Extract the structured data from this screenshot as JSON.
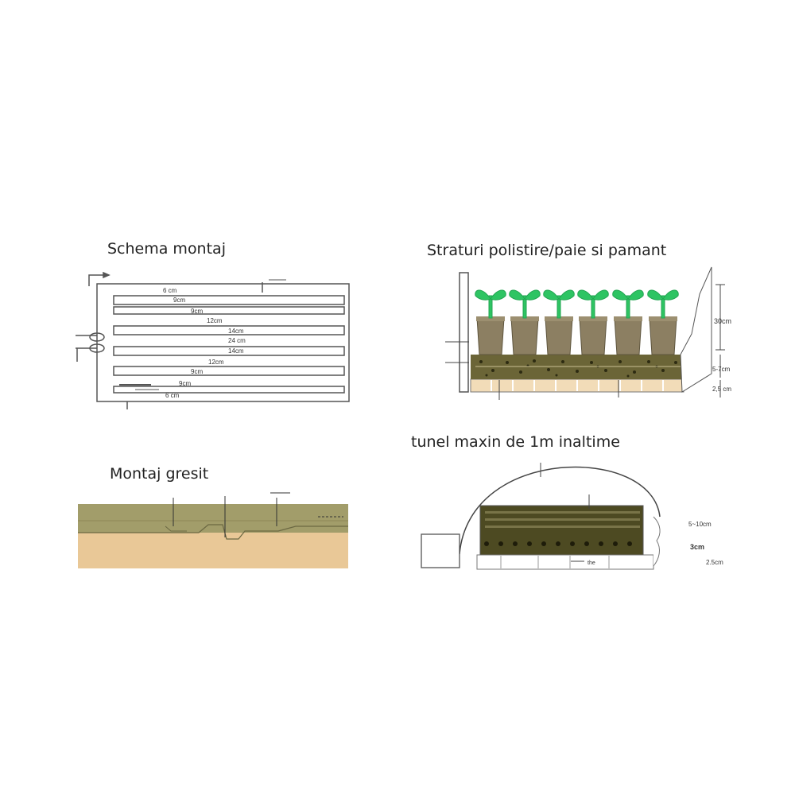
{
  "panels": {
    "schema": {
      "title": "Schema montaj",
      "labels": [
        "6 cm",
        "9cm",
        "9cm",
        "12cm",
        "14cm",
        "24 cm",
        "14cm",
        "12cm",
        "9cm",
        "9cm",
        "6 cm"
      ]
    },
    "straturi": {
      "title": "Straturi polistire/paie si pamant",
      "dims": [
        "30cm",
        "5-7cm",
        "2,5 cm"
      ]
    },
    "gresit": {
      "title": "Montaj gresit"
    },
    "tunel": {
      "title": "tunel maxin de 1m inaltime",
      "dims": [
        "5~10cm",
        "3cm",
        "2.5cm"
      ],
      "inner_label": "the"
    }
  },
  "colors": {
    "soil": "#6b6537",
    "soil_dark": "#4d4a22",
    "pot": "#8c7f62",
    "sprout": "#2ec463",
    "base": "#f2dcb8",
    "layer_top": "#a29d6a",
    "sand": "#e9c897"
  }
}
